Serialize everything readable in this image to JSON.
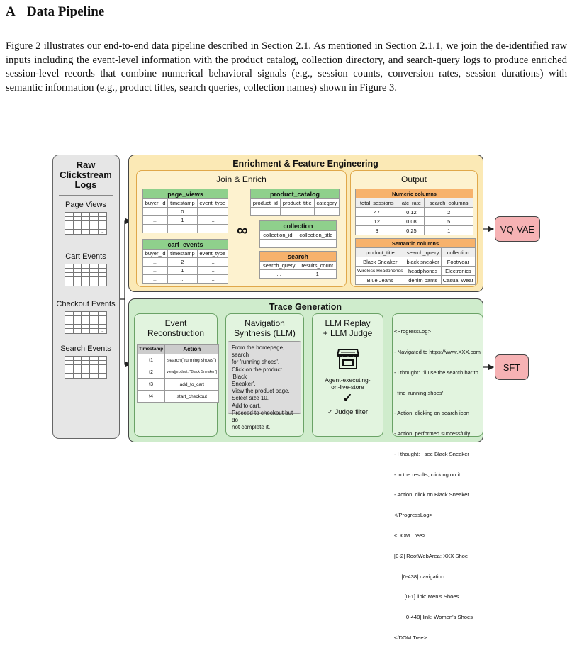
{
  "heading": {
    "num": "A",
    "title": "Data Pipeline"
  },
  "paragraph": "Figure 2 illustrates our end-to-end data pipeline described in Section 2.1. As mentioned in Section 2.1.1, we join the de-identified raw inputs including the event-level information with the product catalog, collection directory, and search-query logs to produce enriched session-level records that combine numerical behavioral signals (e.g., session counts, conversion rates, session durations) with semantic information (e.g., product titles, search queries, collection names) shown in Figure 3.",
  "raw": {
    "title_l1": "Raw",
    "title_l2": "Clickstream",
    "title_l3": "Logs",
    "items": [
      "Page Views",
      "Cart Events",
      "Checkout Events",
      "Search Events"
    ],
    "ellipsis": "..."
  },
  "enrichment": {
    "title": "Enrichment & Feature Engineering",
    "join_title": "Join & Enrich",
    "output_title": "Output",
    "infinity": "∞",
    "page_views": {
      "name": "page_views",
      "cols": [
        "buyer_id",
        "timestamp",
        "event_type"
      ],
      "rows": [
        [
          "...",
          "0",
          "..."
        ],
        [
          "...",
          "1",
          "..."
        ],
        [
          "...",
          "...",
          "..."
        ]
      ]
    },
    "cart_events": {
      "name": "cart_events",
      "cols": [
        "buyer_id",
        "timestamp",
        "event_type"
      ],
      "rows": [
        [
          "...",
          "2",
          "..."
        ],
        [
          "...",
          "1",
          "..."
        ],
        [
          "...",
          "...",
          "..."
        ]
      ]
    },
    "product_catalog": {
      "name": "product_catalog",
      "cols": [
        "product_id",
        "product_title",
        "category"
      ],
      "rows": [
        [
          "...",
          "...",
          "..."
        ]
      ]
    },
    "collection": {
      "name": "collection",
      "cols": [
        "collection_id",
        "collection_title"
      ],
      "rows": [
        [
          "...",
          "..."
        ]
      ]
    },
    "search": {
      "name": "search",
      "cols": [
        "search_query",
        "results_count"
      ],
      "rows": [
        [
          "...",
          "1"
        ]
      ]
    },
    "numeric": {
      "name": "Numeric columns",
      "cols": [
        "total_sessions",
        "atc_rate",
        "search_columns"
      ],
      "rows": [
        [
          "47",
          "0.12",
          "2"
        ],
        [
          "12",
          "0.08",
          "5"
        ],
        [
          "3",
          "0.25",
          "1"
        ]
      ]
    },
    "semantic": {
      "name": "Semantic columns",
      "cols": [
        "product_title",
        "search_query",
        "collection"
      ],
      "rows": [
        [
          "Black Sneaker",
          "black sneaker",
          "Footwear"
        ],
        [
          "Wireless Headphones",
          "headphones",
          "Electronics"
        ],
        [
          "Blue Jeans",
          "denim pants",
          "Casual Wear"
        ]
      ]
    }
  },
  "vqvae": "VQ-VAE",
  "sft": "SFT",
  "trace": {
    "title": "Trace Generation",
    "event_l1": "Event",
    "event_l2": "Reconstruction",
    "event_table": {
      "cols": [
        "Timestamp",
        "Action"
      ],
      "rows": [
        [
          "t1",
          "search(\"running shoes\")"
        ],
        [
          "t2",
          "view(product: \"Black Sneaker\")"
        ],
        [
          "t3",
          "add_to_cart"
        ],
        [
          "t4",
          "start_checkout"
        ]
      ]
    },
    "nav_l1": "Navigation",
    "nav_l2": "Synthesis (LLM)",
    "nav_lines": [
      "From the homepage, search",
      "for 'running shoes'.",
      "Click on the product 'Black",
      "Sneaker'.",
      "View the product page.",
      "Select size 10.",
      "Add to cart.",
      "Proceed to checkout but do",
      "not complete it."
    ],
    "replay_l1": "LLM Replay",
    "replay_l2": "+ LLM Judge",
    "agent_l1": "Agent-executing-",
    "agent_l2": "on-live-store",
    "check": "✓",
    "judge": "✓ Judge filter",
    "log_lines": [
      "<ProgressLog>",
      "- Navigated to https://www.XXX.com",
      "- I thought: I'll use the search bar to",
      "  find 'running shoes'",
      "- Action: clicking on search icon",
      "- Action: performed successfully",
      "- I thought: I see Black Sneaker",
      "- in the results, clicking on it",
      "- Action: click on Black Sneaker ...",
      "</ProgressLog>",
      "<DOM Tree>",
      "[0-2] RootWebArea: XXX Shoe",
      "     [0-438] navigation",
      "       [0-1] link: Men's Shoes",
      "       [0-448] link: Women's Shoes",
      "</DOM Tree>"
    ]
  }
}
